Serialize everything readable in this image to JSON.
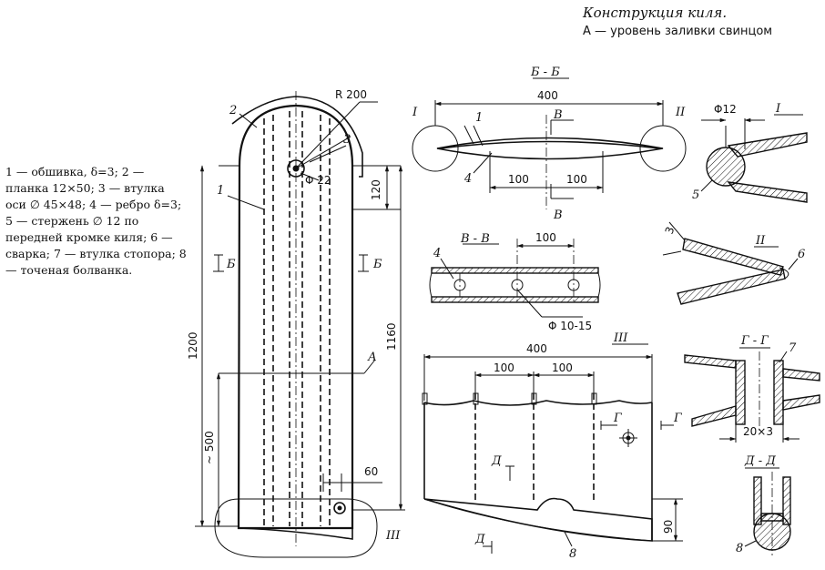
{
  "caption": {
    "title": "Конструкция киля.",
    "subtitle": "А — уровень заливки свинцом"
  },
  "legend": {
    "text": "1 — обшивка, δ=3; 2 — планка 12×50; 3 — втулка оси ∅ 45×48; 4 — ребро δ=3; 5 — стержень ∅ 12 по передней кромке киля; 6 — сварка; 7 — втулка стопора; 8 — точеная болванка."
  },
  "main_view": {
    "dim_radius": "R 200",
    "dim_hole": "Φ 22",
    "dim_120": "120",
    "dim_1200": "1200",
    "dim_1160": "1160",
    "dim_500": "~ 500",
    "dim_60": "60",
    "level_label": "А",
    "section_b_left": "Б",
    "section_b_right": "Б",
    "callouts": [
      "1",
      "2",
      "3"
    ],
    "detail_III": "III"
  },
  "section_bb": {
    "title": "Б - Б",
    "dim_400": "400",
    "dim_100_left": "100",
    "dim_100_right": "100",
    "mark_top": "В",
    "mark_bottom": "В",
    "detail_I": "I",
    "detail_II": "II",
    "callout_1": "1",
    "callout_4": "4"
  },
  "section_vv": {
    "title": "В - В",
    "dim_100": "100",
    "dim_holes": "Φ 10-15",
    "callout_4": "4"
  },
  "detail_I": {
    "title": "I",
    "dim": "Φ12",
    "callout_5": "5"
  },
  "detail_II": {
    "title": "II",
    "dim": "3",
    "callout_6": "6"
  },
  "detail_III": {
    "title": "III",
    "dim_400": "400",
    "dim_100_a": "100",
    "dim_100_b": "100",
    "dim_90": "90",
    "mark_g_left": "Г",
    "mark_g_right": "Г",
    "mark_d_top": "Д",
    "mark_d_bottom": "Д",
    "callout_8": "8"
  },
  "section_gg": {
    "title": "Г - Г",
    "dim": "20×3",
    "callout_7": "7"
  },
  "section_dd": {
    "title": "Д - Д",
    "callout_8": "8"
  }
}
